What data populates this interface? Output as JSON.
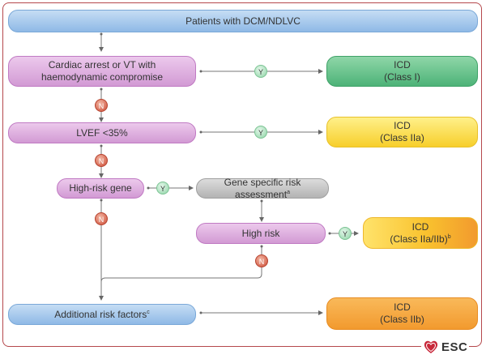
{
  "diagram": {
    "start": "Patients with DCM/NDLVC",
    "cardiac_arrest": {
      "line1": "Cardiac arrest or VT with",
      "line2": "haemodynamic compromise"
    },
    "lvef": "LVEF <35%",
    "high_risk_gene": "High-risk gene",
    "gene_specific": {
      "text": "Gene specific risk assessment",
      "sup": "a"
    },
    "high_risk": "High risk",
    "additional": {
      "text": "Additional risk factors",
      "sup": "c"
    },
    "icd_class1": {
      "line1": "ICD",
      "line2": "(Class I)"
    },
    "icd_class2a": {
      "line1": "ICD",
      "line2": "(Class IIa)"
    },
    "icd_class2a2b": {
      "line1": "ICD",
      "line2": "(Class IIa/IIb)",
      "sup": "b"
    },
    "icd_class2b": {
      "line1": "ICD",
      "line2": "(Class IIb)"
    },
    "yes_label": "Y",
    "no_label": "N"
  },
  "logo": {
    "text": "ESC",
    "icon": "heart-icon"
  },
  "colors": {
    "frame": "#b5484c",
    "blue": "#8fb9e6",
    "purple": "#d29ad4",
    "green": "#4db378",
    "yellow": "#f7cf2b",
    "orange": "#f29a2e",
    "grey": "#b3b3b3"
  }
}
